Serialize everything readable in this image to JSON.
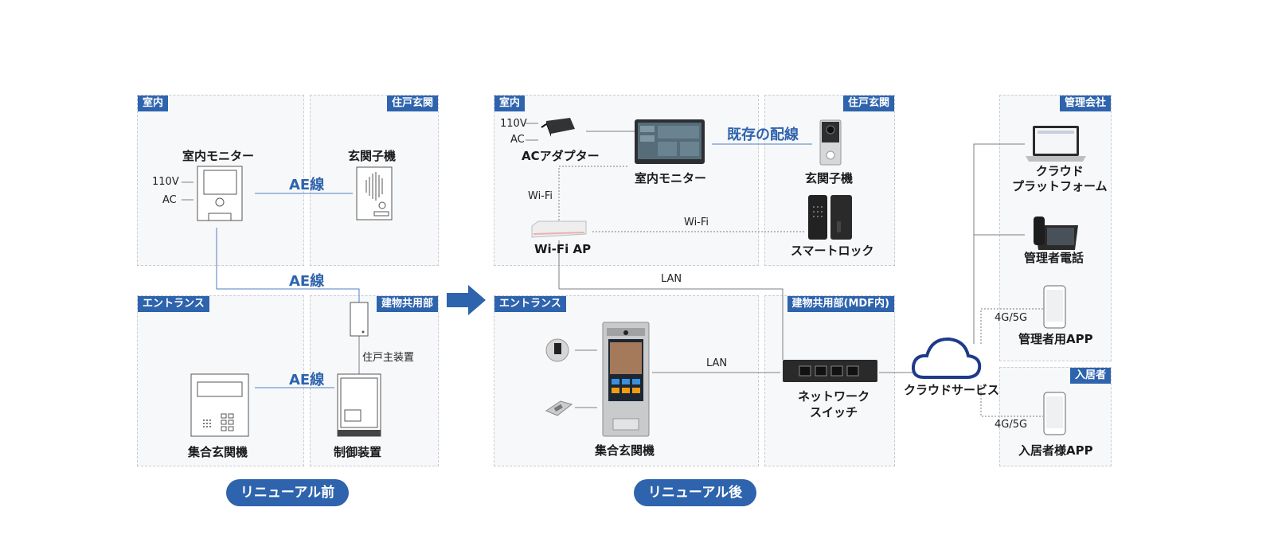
{
  "before": {
    "zones": {
      "indoor": "室内",
      "entrance_door": "住戸玄関",
      "entrance": "エントランス",
      "common": "建物共用部"
    },
    "devices": {
      "indoor_monitor": "室内モニター",
      "door_station": "玄関子機",
      "collective_panel": "集合玄関機",
      "controller": "制御装置",
      "dwelling_main": "住戸主装置"
    },
    "power": {
      "v110": "110V",
      "ac": "AC"
    },
    "wires": {
      "ae1": "AE線",
      "ae2": "AE線",
      "ae3": "AE線"
    },
    "caption": "リニューアル前"
  },
  "after": {
    "zones": {
      "indoor": "室内",
      "entrance_door": "住戸玄関",
      "entrance": "エントランス",
      "common": "建物共用部(MDF内)",
      "management": "管理会社",
      "resident": "入居者"
    },
    "devices": {
      "ac_adapter": "ACアダプター",
      "indoor_monitor": "室内モニター",
      "door_station": "玄関子機",
      "smart_lock": "スマートロック",
      "wifi_ap": "Wi-Fi AP",
      "collective_panel": "集合玄関機",
      "switch_line1": "ネットワーク",
      "switch_line2": "スイッチ",
      "cloud": "クラウドサービス",
      "platform_line1": "クラウド",
      "platform_line2": "プラットフォーム",
      "admin_phone": "管理者電話",
      "admin_app": "管理者用APP",
      "resident_app": "入居者様APP"
    },
    "power": {
      "v110": "110V",
      "ac": "AC"
    },
    "links": {
      "existing_wiring": "既存の配線",
      "wifi1": "Wi-Fi",
      "wifi2": "Wi-Fi",
      "lan1": "LAN",
      "lan2": "LAN",
      "cell1": "4G/5G",
      "cell2": "4G/5G"
    },
    "caption": "リニューアル後"
  },
  "colors": {
    "accent": "#2e63ad",
    "line": "#7a7f87",
    "wire_blue": "#4f7fc4"
  }
}
